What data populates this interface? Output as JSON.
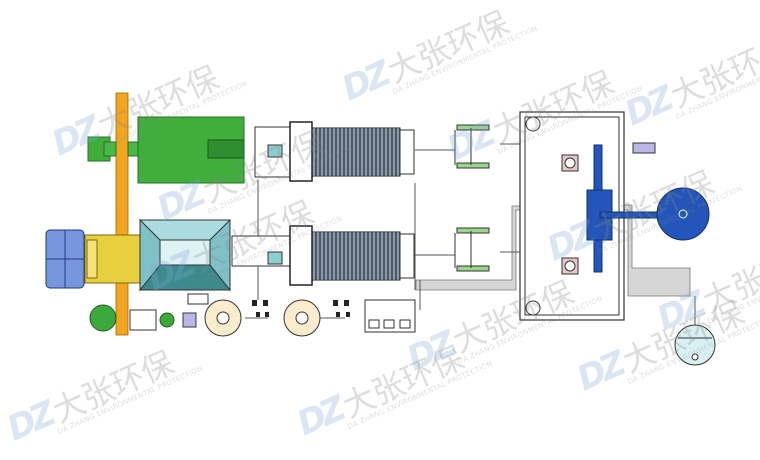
{
  "diagram": {
    "title": "Filter press sludge dewatering process layout",
    "colors": {
      "frame_orange": "#f2a51f",
      "equipment_green": "#3aa83a",
      "hopper_teal": "#a9dbe0",
      "tank_blue": "#2356b8",
      "truck_yellow": "#e8cf3e",
      "truck_blue": "#6f8fd8",
      "pipe_gray": "#cfcfcf"
    }
  },
  "watermark": {
    "logo": "DZ",
    "cn": "大张环保",
    "en": "DA ZHANG ENVIRONMENTAL PROTECTION"
  }
}
